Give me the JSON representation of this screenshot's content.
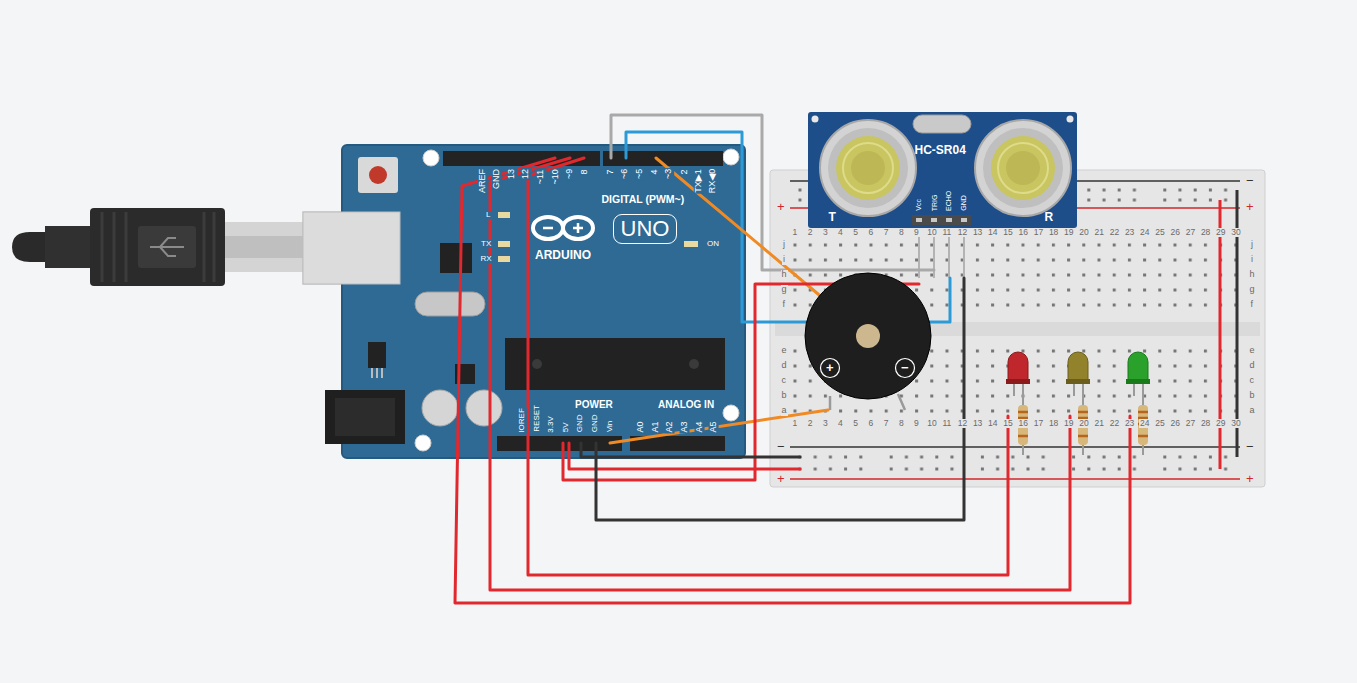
{
  "diagram": {
    "nodes": [
      {
        "text": [
          "AREF",
          "GND",
          "13",
          "12",
          "~11",
          "~10",
          "~9",
          "8",
          "7",
          "~6",
          "~5",
          "4",
          "~3",
          "2",
          "TX▶1",
          "RX◀0",
          "DIGITAL (PWM~)",
          "L",
          "TX",
          "RX",
          "ARDUINO",
          "UNO",
          "ON",
          "IOREF",
          "RESET",
          "3.3V",
          "5V",
          "GND",
          "GND",
          "Vin",
          "POWER",
          "ANALOG IN",
          "A0",
          "A1",
          "A2",
          "A3",
          "A4",
          "A5"
        ]
      },
      {
        "text": [
          "+",
          "−",
          "+",
          "1",
          "2",
          "3",
          "4",
          "5",
          "6",
          "7",
          "8",
          "9",
          "10",
          "11",
          "12",
          "13",
          "14",
          "15",
          "16",
          "17",
          "18",
          "19",
          "20",
          "21",
          "22",
          "23",
          "24",
          "25",
          "26",
          "27",
          "28",
          "29",
          "30",
          "j",
          "i",
          "h",
          "g",
          "f",
          "j",
          "i",
          "h",
          "g",
          "f",
          "e",
          "d",
          "c",
          "b",
          "a",
          "e",
          "d",
          "c",
          "b",
          "a",
          "1",
          "2",
          "3",
          "4",
          "5",
          "6",
          "7",
          "8",
          "9",
          "10",
          "11",
          "12",
          "13",
          "14",
          "15",
          "16",
          "17",
          "18",
          "19",
          "20",
          "21",
          "22",
          "23",
          "24",
          "25",
          "26",
          "27",
          "28",
          "29",
          "30",
          "−",
          "+",
          "−",
          "+"
        ]
      },
      {
        "text": [
          "HC-SR04",
          "Vcc",
          "TRIG",
          "ECHO",
          "GND",
          "T",
          "R"
        ]
      },
      {
        "text": [
          "+",
          "−"
        ],
        "in": 1
      }
    ],
    "edges": [
      {
        "from": 0,
        "to": 1,
        "arrow": "none"
      },
      {
        "from": 0,
        "to": 1,
        "arrow": "none"
      },
      {
        "from": 0,
        "to": 3,
        "arrow": "none"
      },
      {
        "from": 0,
        "to": 1,
        "arrow": "none"
      },
      {
        "from": 0,
        "to": 1,
        "arrow": "none"
      },
      {
        "from": 0,
        "to": 1,
        "arrow": "none"
      },
      {
        "from": 0,
        "to": 1,
        "arrow": "none"
      },
      {
        "from": 0,
        "to": 1,
        "arrow": "none"
      },
      {
        "from": 0,
        "to": 1,
        "arrow": "none"
      },
      {
        "from": 0,
        "to": 1,
        "arrow": "none"
      },
      {
        "from": 0,
        "to": 1,
        "arrow": "none"
      }
    ]
  }
}
